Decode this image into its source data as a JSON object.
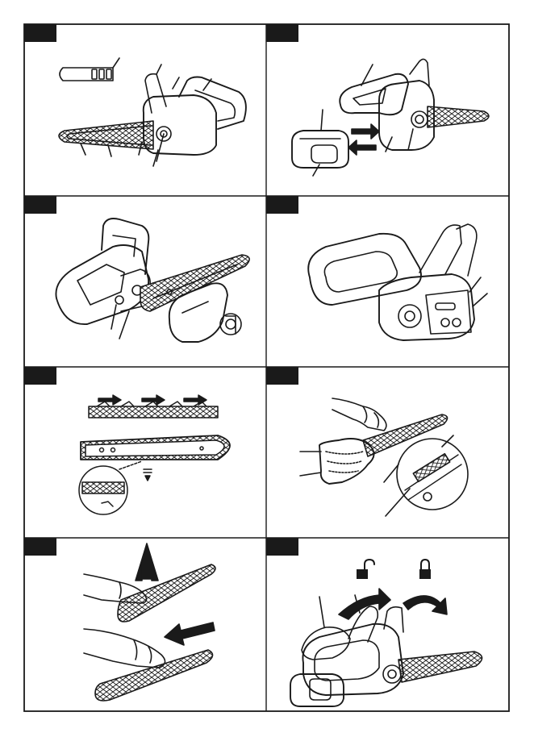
{
  "page": {
    "background": "#ffffff",
    "ink": "#1a1a1a",
    "tab_color": "#1a1a1a",
    "page_label": ""
  },
  "panels": [
    {
      "id": "panel-1",
      "tab_label": "",
      "subject": "chainsaw-overview-with-callouts"
    },
    {
      "id": "panel-2",
      "tab_label": "",
      "subject": "battery-insertion"
    },
    {
      "id": "panel-3",
      "tab_label": "",
      "subject": "bar-and-cover-removal"
    },
    {
      "id": "panel-4",
      "tab_label": "",
      "subject": "tension-adjust-side-view"
    },
    {
      "id": "panel-5",
      "tab_label": "",
      "subject": "chain-direction-and-bar"
    },
    {
      "id": "panel-6",
      "tab_label": "",
      "subject": "chain-tension-check"
    },
    {
      "id": "panel-7",
      "tab_label": "",
      "subject": "bar-lift-and-slide"
    },
    {
      "id": "panel-8",
      "tab_label": "",
      "subject": "lock-unlock-chain-brake"
    }
  ]
}
